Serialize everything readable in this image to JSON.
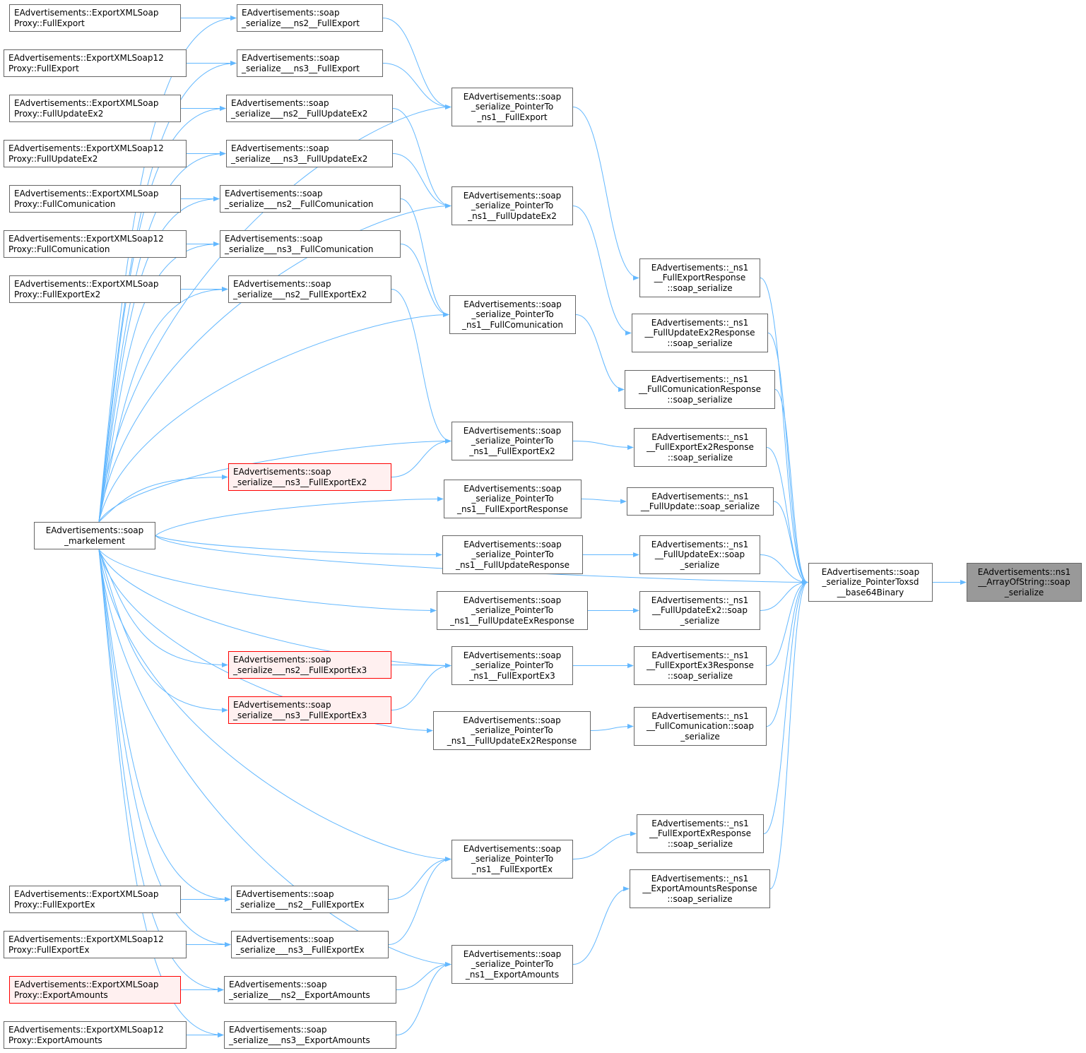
{
  "colors": {
    "edge": "#63b8ff",
    "node_border": "#666666",
    "highlight_bg": "#999999",
    "missing_border": "#ff0000",
    "missing_bg": "#fff0f0"
  },
  "nodes": [
    {
      "id": "p1",
      "lines": [
        "EAdvertisements::ExportXMLSoap",
        "Proxy::FullExport"
      ]
    },
    {
      "id": "p2",
      "lines": [
        "EAdvertisements::ExportXMLSoap12",
        "Proxy::FullExport"
      ]
    },
    {
      "id": "p3",
      "lines": [
        "EAdvertisements::ExportXMLSoap",
        "Proxy::FullUpdateEx2"
      ]
    },
    {
      "id": "p4",
      "lines": [
        "EAdvertisements::ExportXMLSoap12",
        "Proxy::FullUpdateEx2"
      ]
    },
    {
      "id": "p5",
      "lines": [
        "EAdvertisements::ExportXMLSoap",
        "Proxy::FullComunication"
      ]
    },
    {
      "id": "p6",
      "lines": [
        "EAdvertisements::ExportXMLSoap12",
        "Proxy::FullComunication"
      ]
    },
    {
      "id": "p7",
      "lines": [
        "EAdvertisements::ExportXMLSoap",
        "Proxy::FullExportEx2"
      ]
    },
    {
      "id": "p8",
      "lines": [
        "EAdvertisements::ExportXMLSoap",
        "Proxy::FullExportEx"
      ]
    },
    {
      "id": "p9",
      "lines": [
        "EAdvertisements::ExportXMLSoap12",
        "Proxy::FullExportEx"
      ]
    },
    {
      "id": "p10",
      "lines": [
        "EAdvertisements::ExportXMLSoap",
        "Proxy::ExportAmounts"
      ],
      "style": "red"
    },
    {
      "id": "p11",
      "lines": [
        "EAdvertisements::ExportXMLSoap12",
        "Proxy::ExportAmounts"
      ]
    },
    {
      "id": "m",
      "lines": [
        "EAdvertisements::soap",
        "_markelement"
      ]
    },
    {
      "id": "s1",
      "lines": [
        "EAdvertisements::soap",
        "_serialize___ns2__FullExport"
      ]
    },
    {
      "id": "s2",
      "lines": [
        "EAdvertisements::soap",
        "_serialize___ns3__FullExport"
      ]
    },
    {
      "id": "s3",
      "lines": [
        "EAdvertisements::soap",
        "_serialize___ns2__FullUpdateEx2"
      ]
    },
    {
      "id": "s4",
      "lines": [
        "EAdvertisements::soap",
        "_serialize___ns3__FullUpdateEx2"
      ]
    },
    {
      "id": "s5",
      "lines": [
        "EAdvertisements::soap",
        "_serialize___ns2__FullComunication"
      ]
    },
    {
      "id": "s6",
      "lines": [
        "EAdvertisements::soap",
        "_serialize___ns3__FullComunication"
      ]
    },
    {
      "id": "s7",
      "lines": [
        "EAdvertisements::soap",
        "_serialize___ns2__FullExportEx2"
      ]
    },
    {
      "id": "s8",
      "lines": [
        "EAdvertisements::soap",
        "_serialize___ns3__FullExportEx2"
      ],
      "style": "red"
    },
    {
      "id": "s9",
      "lines": [
        "EAdvertisements::soap",
        "_serialize___ns2__FullExportEx3"
      ],
      "style": "red"
    },
    {
      "id": "s10",
      "lines": [
        "EAdvertisements::soap",
        "_serialize___ns3__FullExportEx3"
      ],
      "style": "red"
    },
    {
      "id": "s11",
      "lines": [
        "EAdvertisements::soap",
        "_serialize___ns2__FullExportEx"
      ]
    },
    {
      "id": "s12",
      "lines": [
        "EAdvertisements::soap",
        "_serialize___ns3__FullExportEx"
      ]
    },
    {
      "id": "s13",
      "lines": [
        "EAdvertisements::soap",
        "_serialize___ns2__ExportAmounts"
      ]
    },
    {
      "id": "s14",
      "lines": [
        "EAdvertisements::soap",
        "_serialize___ns3__ExportAmounts"
      ]
    },
    {
      "id": "t1",
      "lines": [
        "EAdvertisements::soap",
        "_serialize_PointerTo",
        "_ns1__FullExport"
      ]
    },
    {
      "id": "t2",
      "lines": [
        "EAdvertisements::soap",
        "_serialize_PointerTo",
        "_ns1__FullUpdateEx2"
      ]
    },
    {
      "id": "t3",
      "lines": [
        "EAdvertisements::soap",
        "_serialize_PointerTo",
        "_ns1__FullComunication"
      ]
    },
    {
      "id": "t4",
      "lines": [
        "EAdvertisements::soap",
        "_serialize_PointerTo",
        "_ns1__FullExportEx2"
      ]
    },
    {
      "id": "t5",
      "lines": [
        "EAdvertisements::soap",
        "_serialize_PointerTo",
        "_ns1__FullExportResponse"
      ]
    },
    {
      "id": "t6",
      "lines": [
        "EAdvertisements::soap",
        "_serialize_PointerTo",
        "_ns1__FullUpdateResponse"
      ]
    },
    {
      "id": "t7",
      "lines": [
        "EAdvertisements::soap",
        "_serialize_PointerTo",
        "_ns1__FullUpdateExResponse"
      ]
    },
    {
      "id": "t8",
      "lines": [
        "EAdvertisements::soap",
        "_serialize_PointerTo",
        "_ns1__FullExportEx3"
      ]
    },
    {
      "id": "t9",
      "lines": [
        "EAdvertisements::soap",
        "_serialize_PointerTo",
        "_ns1__FullUpdateEx2Response"
      ]
    },
    {
      "id": "t10",
      "lines": [
        "EAdvertisements::soap",
        "_serialize_PointerTo",
        "_ns1__FullExportEx"
      ]
    },
    {
      "id": "t11",
      "lines": [
        "EAdvertisements::soap",
        "_serialize_PointerTo",
        "_ns1__ExportAmounts"
      ]
    },
    {
      "id": "u1",
      "lines": [
        "EAdvertisements::_ns1",
        "__FullExportResponse",
        "::soap_serialize"
      ]
    },
    {
      "id": "u2",
      "lines": [
        "EAdvertisements::_ns1",
        "__FullUpdateEx2Response",
        "::soap_serialize"
      ]
    },
    {
      "id": "u3",
      "lines": [
        "EAdvertisements::_ns1",
        "__FullComunicationResponse",
        "::soap_serialize"
      ]
    },
    {
      "id": "u4",
      "lines": [
        "EAdvertisements::_ns1",
        "__FullExportEx2Response",
        "::soap_serialize"
      ]
    },
    {
      "id": "u5",
      "lines": [
        "EAdvertisements::_ns1",
        "__FullUpdate::soap_serialize"
      ]
    },
    {
      "id": "u6",
      "lines": [
        "EAdvertisements::_ns1",
        "__FullUpdateEx::soap",
        "_serialize"
      ]
    },
    {
      "id": "u7",
      "lines": [
        "EAdvertisements::_ns1",
        "__FullUpdateEx2::soap",
        "_serialize"
      ]
    },
    {
      "id": "u8",
      "lines": [
        "EAdvertisements::_ns1",
        "__FullExportEx3Response",
        "::soap_serialize"
      ]
    },
    {
      "id": "u9",
      "lines": [
        "EAdvertisements::_ns1",
        "__FullComunication::soap",
        "_serialize"
      ]
    },
    {
      "id": "u10",
      "lines": [
        "EAdvertisements::_ns1",
        "__FullExportExResponse",
        "::soap_serialize"
      ]
    },
    {
      "id": "u11",
      "lines": [
        "EAdvertisements::_ns1",
        "__ExportAmountsResponse",
        "::soap_serialize"
      ]
    },
    {
      "id": "v",
      "lines": [
        "EAdvertisements::soap",
        "_serialize_PointerToxsd",
        "__base64Binary"
      ]
    },
    {
      "id": "w",
      "lines": [
        "EAdvertisements::ns1",
        "__ArrayOfString::soap",
        "_serialize"
      ],
      "style": "gray"
    }
  ],
  "edges": [
    [
      "p1",
      "s1"
    ],
    [
      "p2",
      "s2"
    ],
    [
      "p3",
      "s3"
    ],
    [
      "p4",
      "s4"
    ],
    [
      "p5",
      "s5"
    ],
    [
      "p6",
      "s6"
    ],
    [
      "p7",
      "s7"
    ],
    [
      "p8",
      "s11"
    ],
    [
      "p9",
      "s12"
    ],
    [
      "p10",
      "s13"
    ],
    [
      "p11",
      "s14"
    ],
    [
      "m",
      "s1"
    ],
    [
      "m",
      "s2"
    ],
    [
      "m",
      "s3"
    ],
    [
      "m",
      "s4"
    ],
    [
      "m",
      "s5"
    ],
    [
      "m",
      "s6"
    ],
    [
      "m",
      "s7"
    ],
    [
      "m",
      "s8"
    ],
    [
      "m",
      "s9"
    ],
    [
      "m",
      "s10"
    ],
    [
      "m",
      "s11"
    ],
    [
      "m",
      "s12"
    ],
    [
      "m",
      "s13"
    ],
    [
      "m",
      "s14"
    ],
    [
      "m",
      "t1"
    ],
    [
      "m",
      "t2"
    ],
    [
      "m",
      "t3"
    ],
    [
      "m",
      "t4"
    ],
    [
      "m",
      "t5"
    ],
    [
      "m",
      "t6"
    ],
    [
      "m",
      "t7"
    ],
    [
      "m",
      "t8"
    ],
    [
      "m",
      "t9"
    ],
    [
      "m",
      "t10"
    ],
    [
      "m",
      "t11"
    ],
    [
      "m",
      "v"
    ],
    [
      "s1",
      "t1"
    ],
    [
      "s2",
      "t1"
    ],
    [
      "s3",
      "t2"
    ],
    [
      "s4",
      "t2"
    ],
    [
      "s5",
      "t3"
    ],
    [
      "s6",
      "t3"
    ],
    [
      "s7",
      "t4"
    ],
    [
      "s8",
      "t4"
    ],
    [
      "s9",
      "t8"
    ],
    [
      "s10",
      "t8"
    ],
    [
      "s11",
      "t10"
    ],
    [
      "s12",
      "t10"
    ],
    [
      "s13",
      "t11"
    ],
    [
      "s14",
      "t11"
    ],
    [
      "t1",
      "u1"
    ],
    [
      "t2",
      "u2"
    ],
    [
      "t3",
      "u3"
    ],
    [
      "t4",
      "u4"
    ],
    [
      "t5",
      "u5"
    ],
    [
      "t6",
      "u6"
    ],
    [
      "t7",
      "u7"
    ],
    [
      "t8",
      "u8"
    ],
    [
      "t9",
      "u9"
    ],
    [
      "t10",
      "u10"
    ],
    [
      "t11",
      "u11"
    ],
    [
      "u1",
      "v"
    ],
    [
      "u2",
      "v"
    ],
    [
      "u3",
      "v"
    ],
    [
      "u4",
      "v"
    ],
    [
      "u5",
      "v"
    ],
    [
      "u6",
      "v"
    ],
    [
      "u7",
      "v"
    ],
    [
      "u8",
      "v"
    ],
    [
      "u9",
      "v"
    ],
    [
      "u10",
      "v"
    ],
    [
      "u11",
      "v"
    ],
    [
      "v",
      "w"
    ]
  ]
}
